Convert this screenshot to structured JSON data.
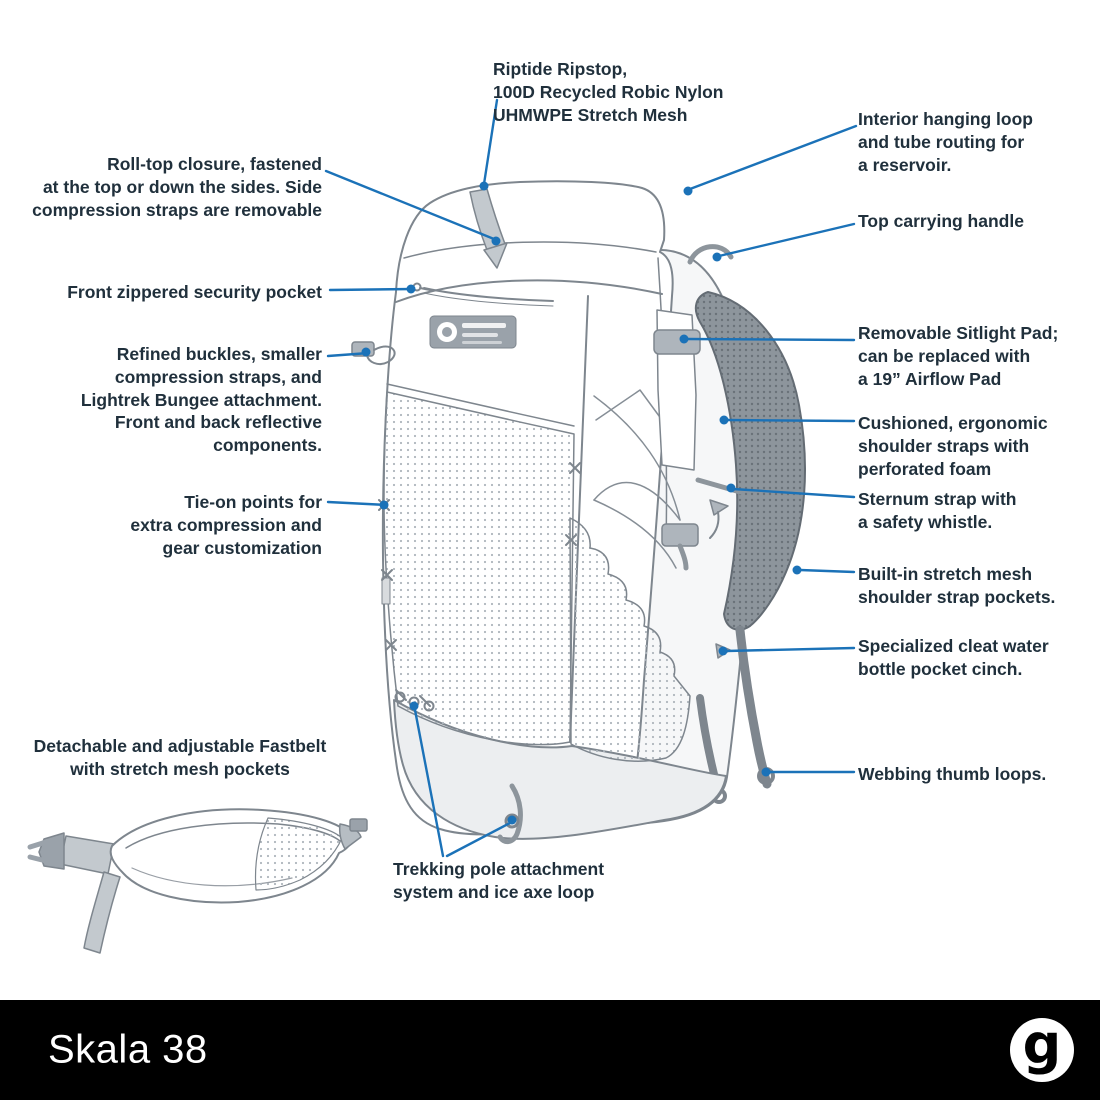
{
  "product": {
    "name": "Skala 38"
  },
  "colors": {
    "callout_line": "#1b72b8",
    "label_text": "#20303c",
    "footer_bg": "#000000",
    "footer_text": "#ffffff",
    "illustration_line": "#7e868e"
  },
  "callouts": {
    "fabric": {
      "text": "Riptide Ripstop,\n100D Recycled Robic Nylon\nUHMWPE Stretch Mesh"
    },
    "interior_loop": {
      "text": "Interior hanging loop\nand tube routing for\na reservoir."
    },
    "top_handle": {
      "text": "Top carrying handle"
    },
    "roll_top": {
      "text": "Roll-top closure, fastened\nat the top or down the sides. Side\ncompression straps are removable"
    },
    "front_pocket": {
      "text": "Front zippered security pocket"
    },
    "buckles": {
      "text": "Refined buckles, smaller\ncompression straps, and\nLightrek Bungee attachment.\nFront and back reflective\ncomponents."
    },
    "sitlight": {
      "text": "Removable Sitlight Pad;\ncan be replaced with\na 19” Airflow Pad"
    },
    "shoulder_straps": {
      "text": "Cushioned, ergonomic\nshoulder straps with\nperforated foam"
    },
    "sternum": {
      "text": "Sternum strap with\na safety whistle."
    },
    "tie_on": {
      "text": "Tie-on points for\nextra compression and\ngear customization"
    },
    "mesh_pockets": {
      "text": "Built-in stretch mesh\nshoulder strap pockets."
    },
    "cleat": {
      "text": "Specialized cleat water\nbottle pocket cinch."
    },
    "thumb_loops": {
      "text": "Webbing thumb loops."
    },
    "fastbelt": {
      "text": "Detachable and adjustable Fastbelt\nwith stretch mesh pockets"
    },
    "trekking": {
      "text": "Trekking pole attachment\nsystem and ice axe loop"
    }
  },
  "footer": {
    "title": "Skala 38",
    "logo_letter": "g"
  }
}
